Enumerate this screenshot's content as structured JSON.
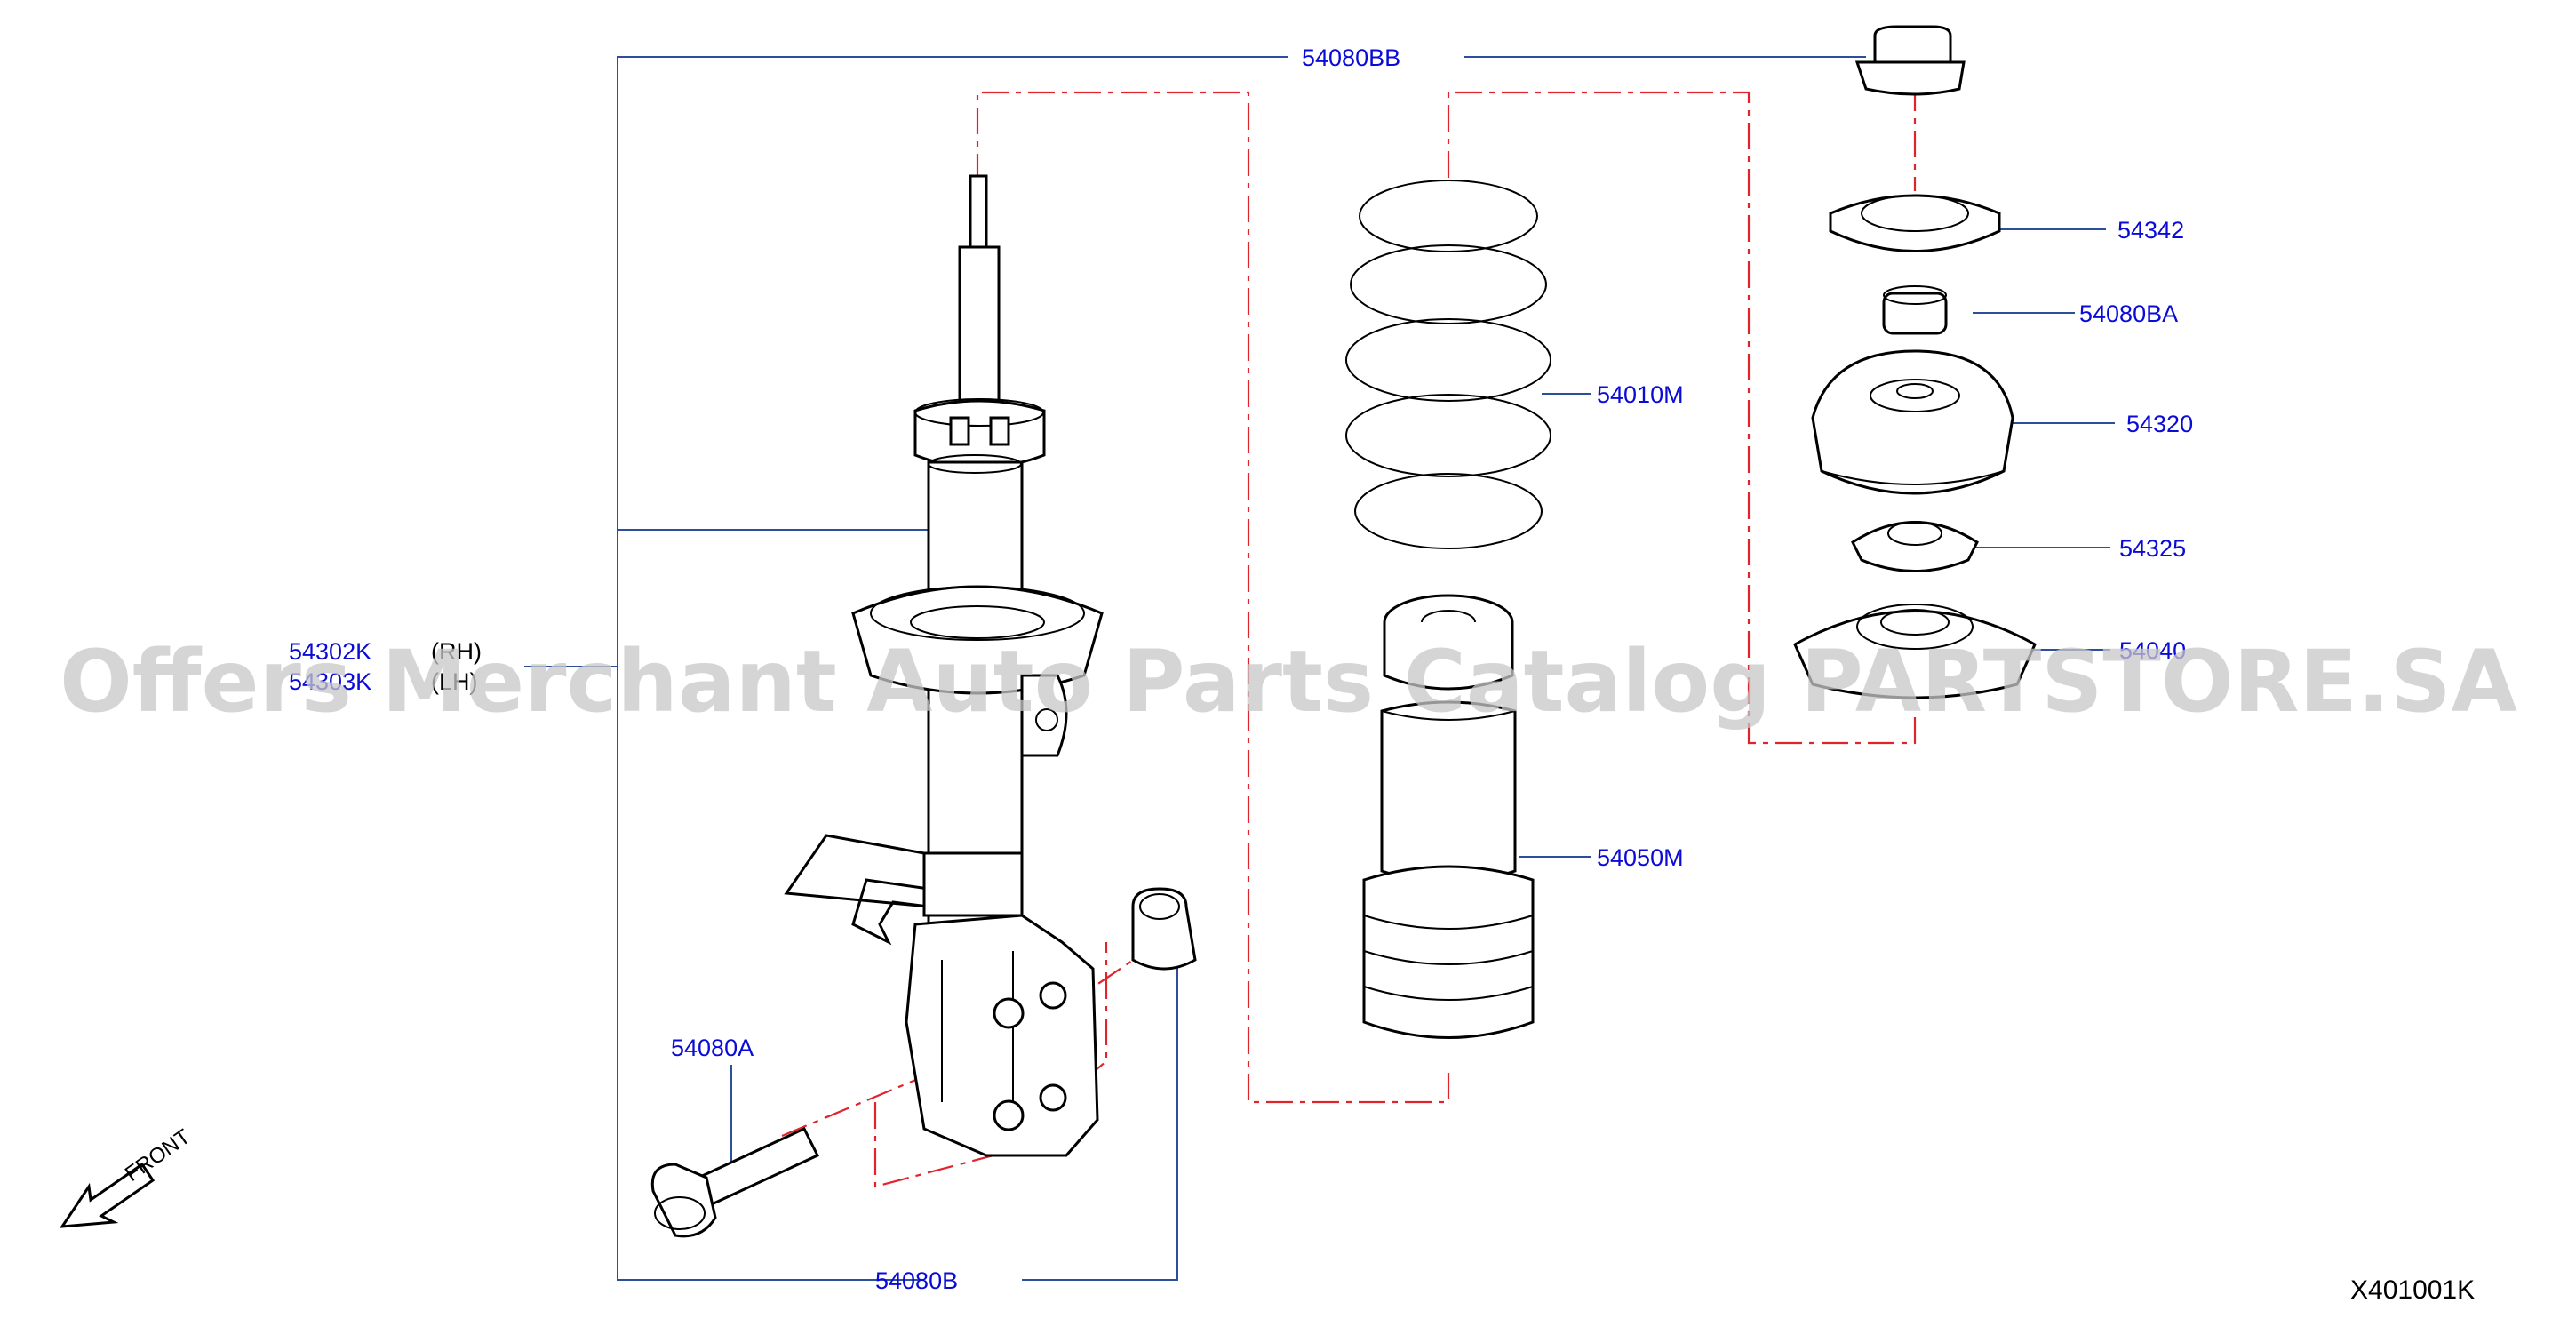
{
  "labels": {
    "p54080BB": "54080BB",
    "p54342": "54342",
    "p54080BA": "54080BA",
    "p54010M": "54010M",
    "p54320": "54320",
    "p54325": "54325",
    "p54302K": "54302K",
    "p54303K": "54303K",
    "rh": "(RH)",
    "lh": "(LH)",
    "p54040": "54040",
    "p54050M": "54050M",
    "p54080A": "54080A",
    "p54080B": "54080B"
  },
  "front_label": "FRONT",
  "diagram_code": "X401001K",
  "watermark": "Offers Merchant Auto Parts Catalog PARTSTORE.SA",
  "colors": {
    "label": "#0b0bd8",
    "leader_line": "#2c4f9a",
    "centerline": "#e0242c",
    "watermark": "#c8c8c8"
  }
}
